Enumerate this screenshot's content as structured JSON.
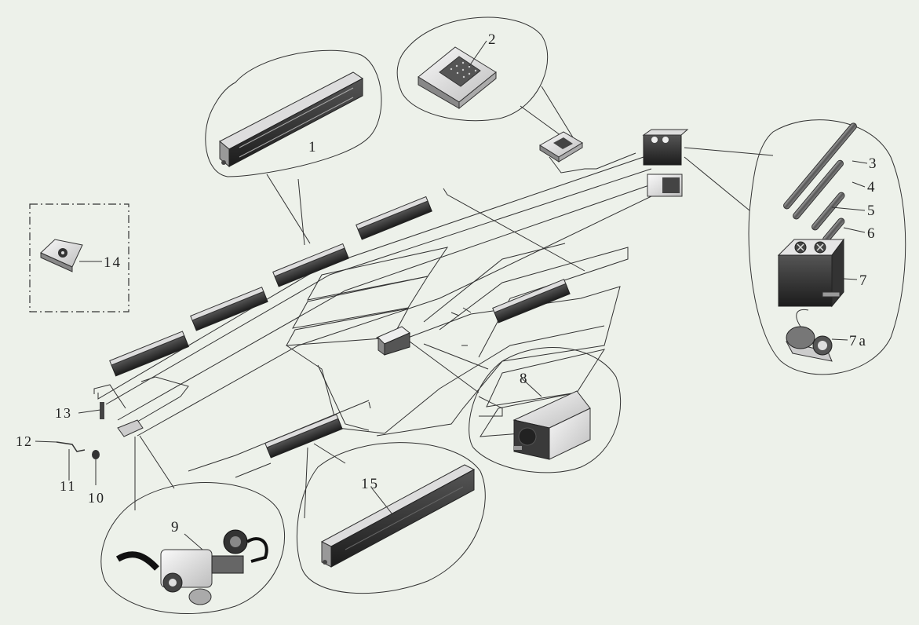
{
  "diagram": {
    "labels": {
      "l1": "1",
      "l2": "2",
      "l3": "3",
      "l4": "4",
      "l5": "5",
      "l6": "6",
      "l7": "7",
      "l7a": "7a",
      "l8": "8",
      "l9": "9",
      "l10": "10",
      "l11": "11",
      "l12": "12",
      "l13": "13",
      "l14": "14",
      "l15": "15"
    }
  },
  "colors": {
    "background": "#edf1ea",
    "line": "#333333",
    "part_dark": "#2a2a2a",
    "part_light": "#e8e8e8"
  }
}
